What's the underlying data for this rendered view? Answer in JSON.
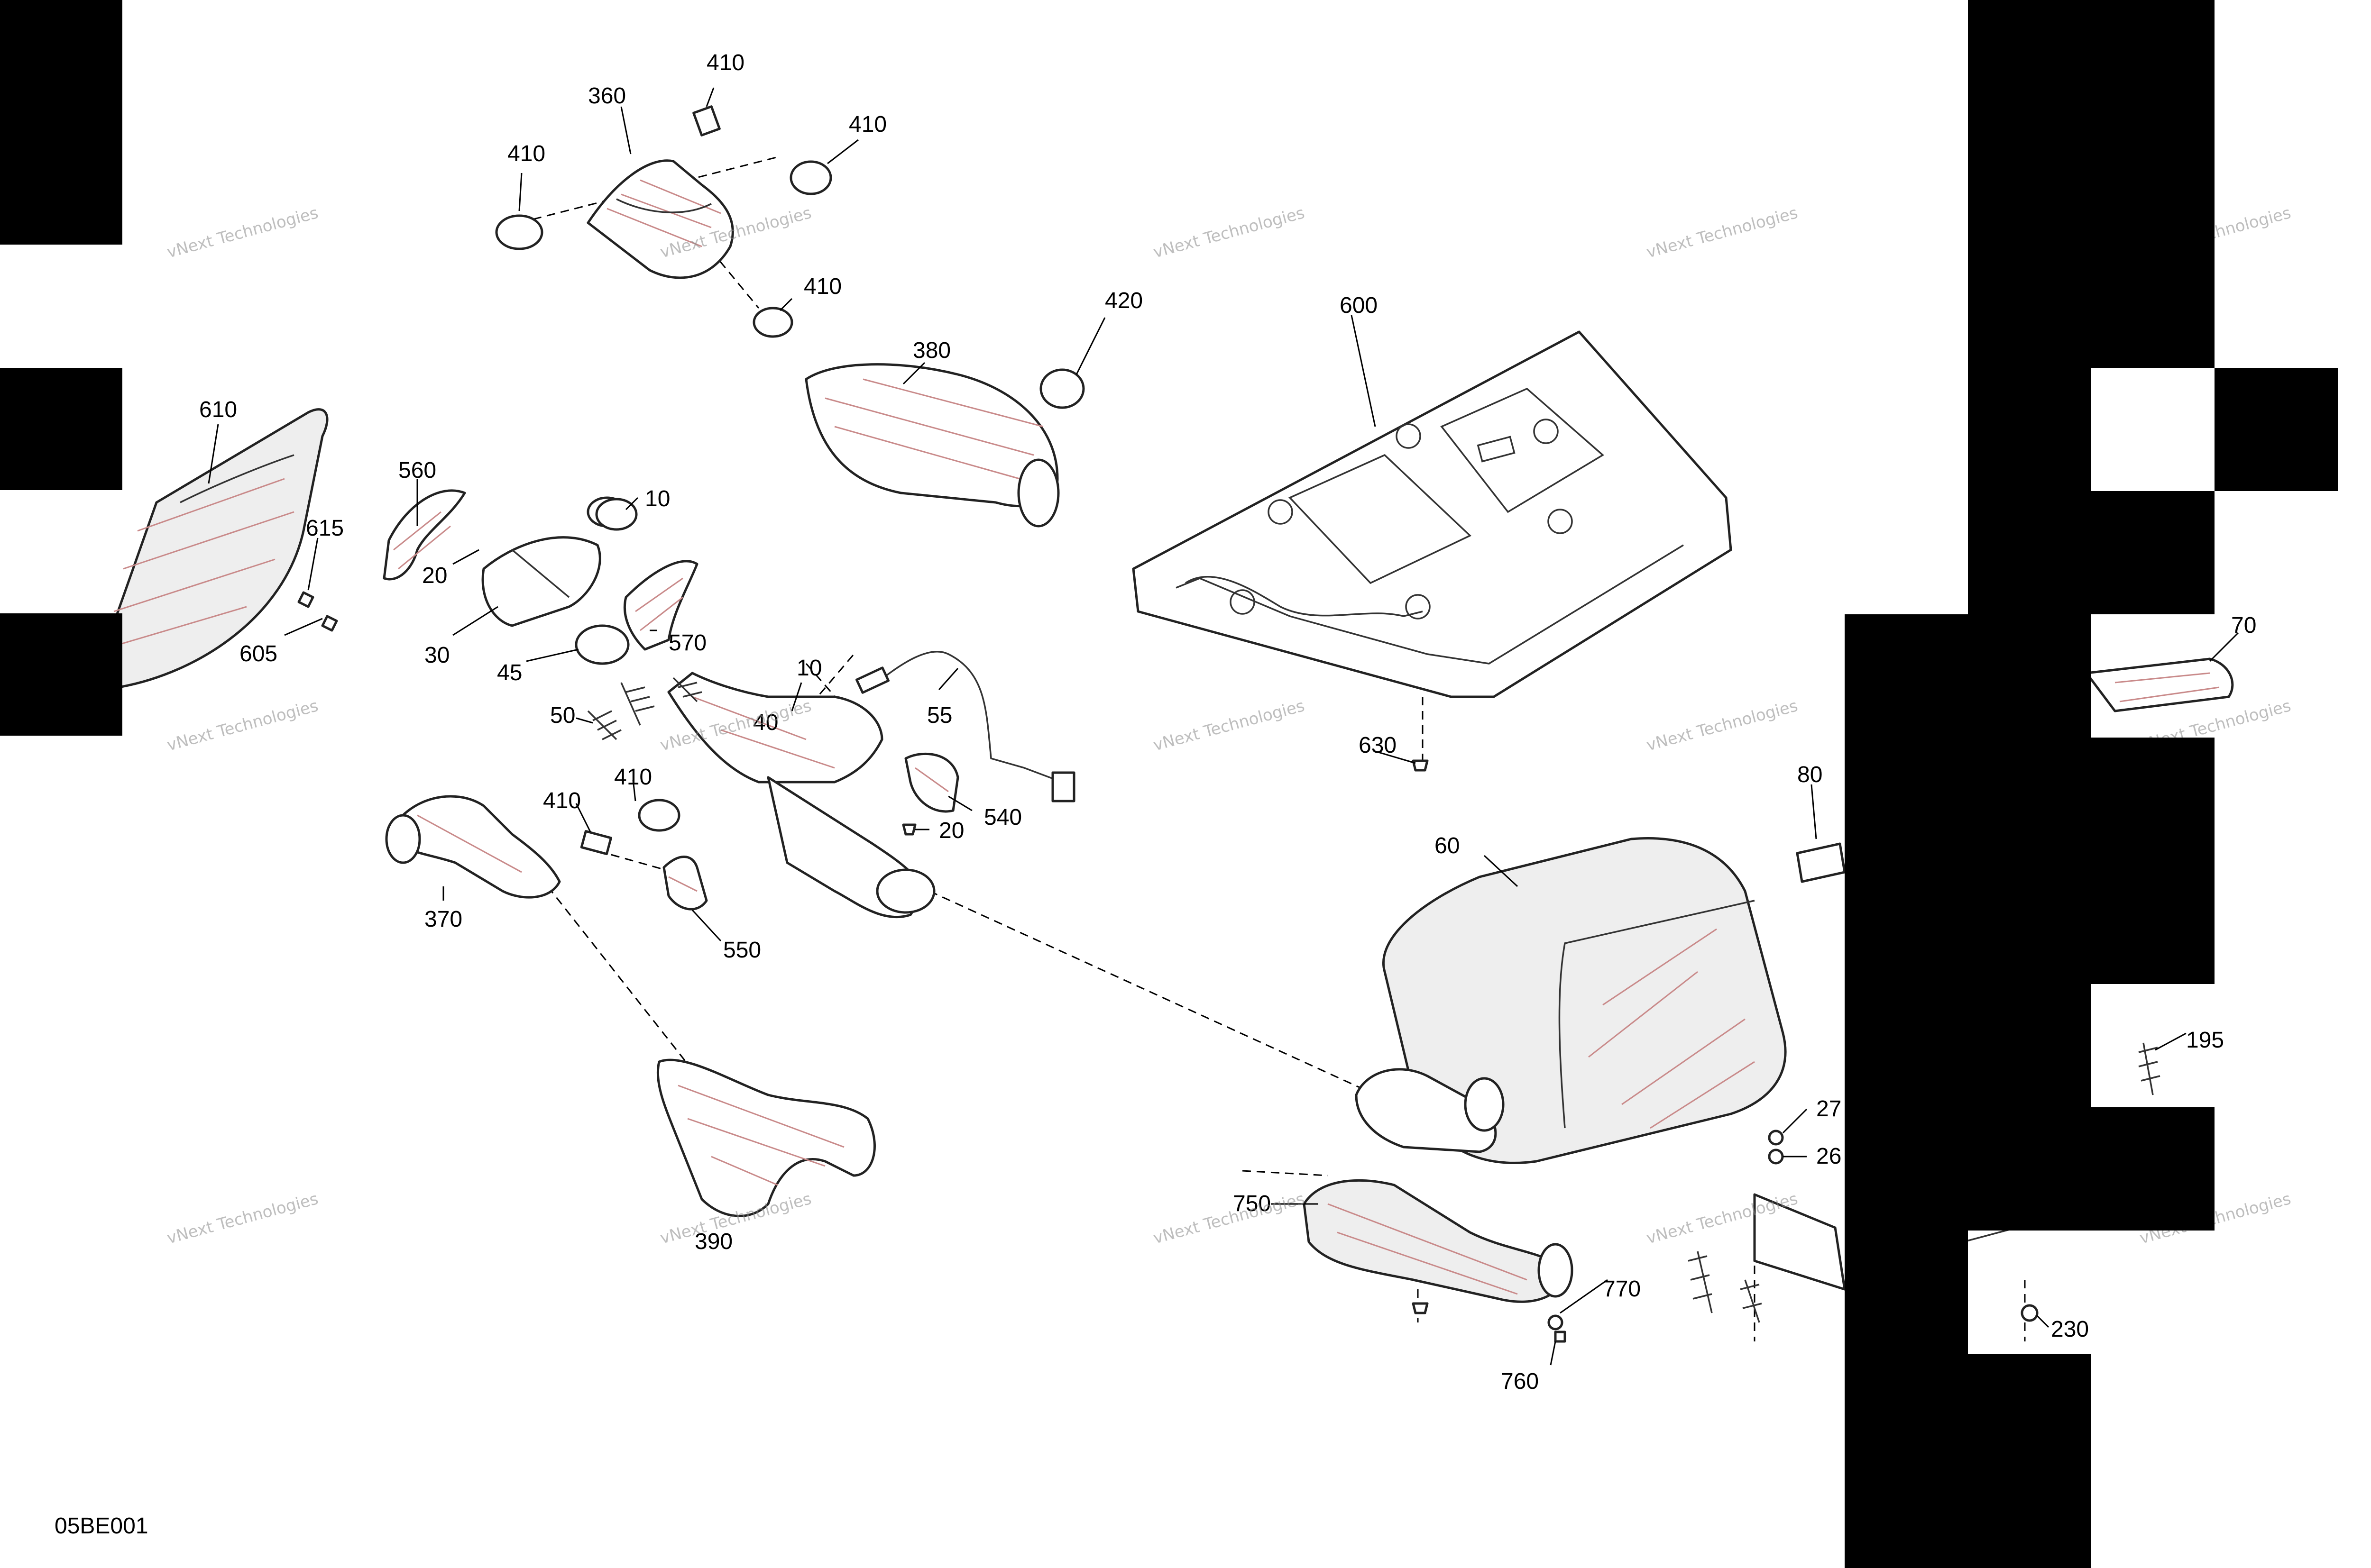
{
  "diagram": {
    "code": "05BE001",
    "watermark": "vNext Technologies",
    "callouts": [
      "410",
      "360",
      "410",
      "410",
      "410",
      "420",
      "380",
      "600",
      "610",
      "560",
      "615",
      "10",
      "20",
      "605",
      "30",
      "570",
      "45",
      "10",
      "40",
      "55",
      "50",
      "410",
      "410",
      "540",
      "20",
      "630",
      "80",
      "70",
      "60",
      "370",
      "550",
      "195",
      "27",
      "26",
      "750",
      "390",
      "770",
      "760",
      "230"
    ]
  }
}
